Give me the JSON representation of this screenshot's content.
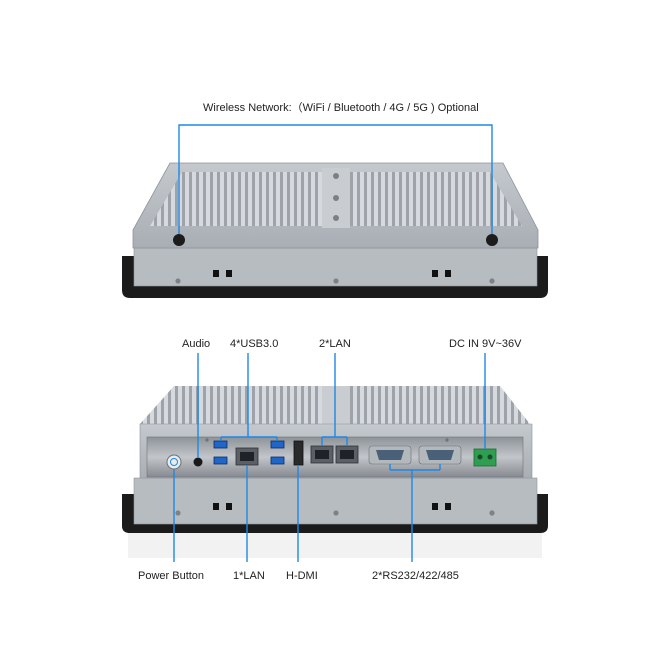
{
  "top_view": {
    "wireless_label": "Wireless Network:（WiFi / Bluetooth / 4G / 5G ) Optional"
  },
  "rear_view": {
    "labels": {
      "audio": "Audio",
      "usb": "4*USB3.0",
      "lan2": "2*LAN",
      "dc_in": "DC IN 9V~36V",
      "power_button": "Power Button",
      "lan1": "1*LAN",
      "hdmi": "H-DMI",
      "serial": "2*RS232/422/485"
    }
  },
  "colors": {
    "callout_line": "#1e88e5",
    "chassis": "#b9bec4",
    "bezel": "#1a1a1a",
    "terminal_block": "#2e9e50",
    "serial_port": "#4a5f78"
  }
}
